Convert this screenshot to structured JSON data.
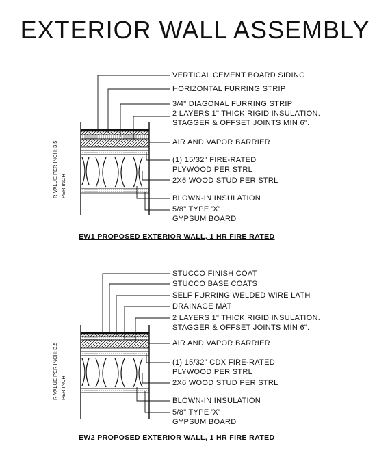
{
  "title": "EXTERIOR WALL ASSEMBLY",
  "ew1": {
    "labels": [
      "VERTICAL CEMENT BOARD SIDING",
      "HORIZONTAL FURRING STRIP",
      "3/4\" DIAGONAL FURRING STRIP",
      "2 LAYERS 1\" THICK RIGID INSULATION.",
      "STAGGER & OFFSET JOINTS MIN 6\".",
      "AIR AND VAPOR BARRIER",
      "(1) 15/32\" FIRE-RATED",
      "PLYWOOD PER STRL",
      "2X6 WOOD STUD PER STRL",
      "BLOWN-IN INSULATION",
      "5/8\" TYPE 'X'",
      "GYPSUM BOARD"
    ],
    "caption": "EW1  PROPOSED EXTERIOR WALL, 1 HR FIRE RATED",
    "vertical_note": [
      "R-VALUE PER INCH: 3.5",
      "PER INCH"
    ]
  },
  "ew2": {
    "labels": [
      "STUCCO FINISH COAT",
      "STUCCO BASE COATS",
      "SELF FURRING WELDED WIRE LATH",
      "DRAINAGE MAT",
      "2 LAYERS 1\" THICK RIGID INSULATION.",
      "STAGGER & OFFSET JOINTS MIN 6\".",
      "AIR AND VAPOR BARRIER",
      "(1) 15/32\" CDX FIRE-RATED",
      "PLYWOOD PER STRL",
      "2X6 WOOD STUD PER STRL",
      "BLOWN-IN INSULATION",
      "5/8\" TYPE 'X'",
      "GYPSUM BOARD"
    ],
    "caption": "EW2  PROPOSED EXTERIOR WALL, 1 HR FIRE RATED",
    "vertical_note": [
      "R-VALUE PER INCH: 3.5",
      "PER INCH"
    ]
  }
}
